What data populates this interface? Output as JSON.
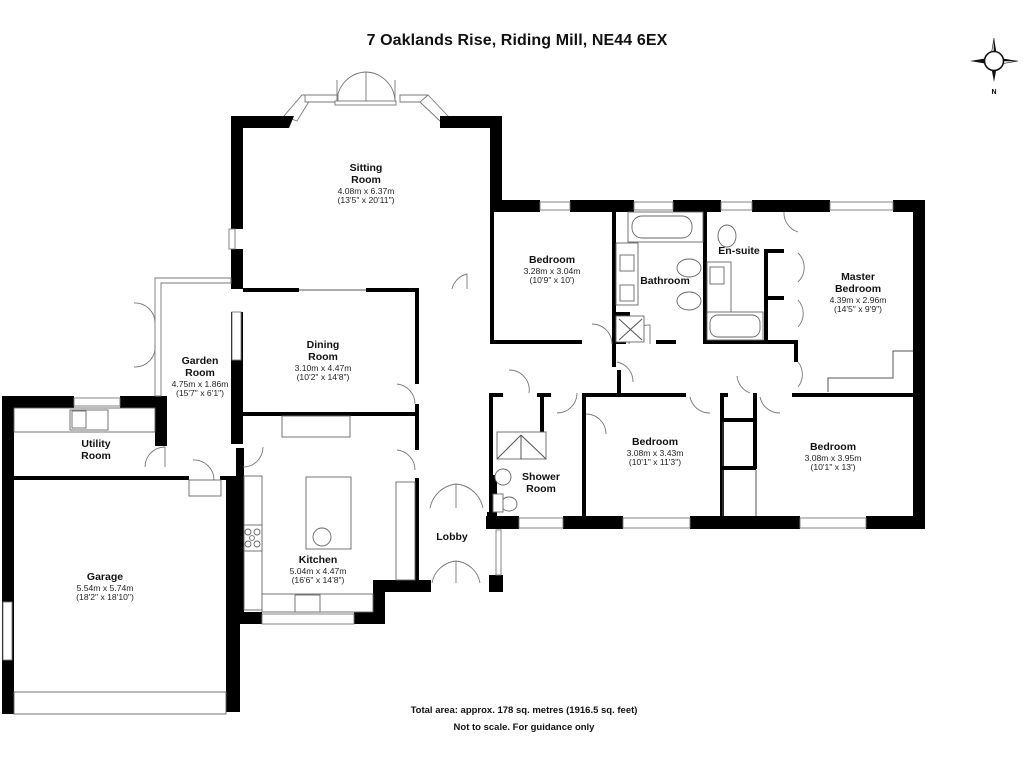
{
  "header": {
    "title": "7 Oaklands Rise, Riding Mill, NE44 6EX"
  },
  "compass": {
    "icon": "compass-rose-icon",
    "north_label": "N"
  },
  "rooms": [
    {
      "id": "sitting-room",
      "name_lines": [
        "Sitting",
        "Room"
      ],
      "metric": "4.08m x 6.37m",
      "imperial": "(13'5\" x 20'11\")"
    },
    {
      "id": "bedroom-2",
      "name_lines": [
        "Bedroom"
      ],
      "metric": "3.28m x 3.04m",
      "imperial": "(10'9\" x 10')"
    },
    {
      "id": "bathroom",
      "name_lines": [
        "Bathroom"
      ]
    },
    {
      "id": "en-suite",
      "name_lines": [
        "En-suite"
      ]
    },
    {
      "id": "master-bedroom",
      "name_lines": [
        "Master",
        "Bedroom"
      ],
      "metric": "4.39m x 2.96m",
      "imperial": "(14'5\" x 9'9\")"
    },
    {
      "id": "garden-room",
      "name_lines": [
        "Garden",
        "Room"
      ],
      "metric": "4.75m x 1.86m",
      "imperial": "(15'7\" x 6'1\")"
    },
    {
      "id": "dining-room",
      "name_lines": [
        "Dining",
        "Room"
      ],
      "metric": "3.10m x 4.47m",
      "imperial": "(10'2\" x 14'8\")"
    },
    {
      "id": "utility-room",
      "name_lines": [
        "Utility",
        "Room"
      ]
    },
    {
      "id": "shower-room",
      "name_lines": [
        "Shower",
        "Room"
      ]
    },
    {
      "id": "bedroom-3",
      "name_lines": [
        "Bedroom"
      ],
      "metric": "3.08m x 3.43m",
      "imperial": "(10'1\" x 11'3\")"
    },
    {
      "id": "bedroom-4",
      "name_lines": [
        "Bedroom"
      ],
      "metric": "3.08m x 3.95m",
      "imperial": "(10'1\" x 13')"
    },
    {
      "id": "kitchen",
      "name_lines": [
        "Kitchen"
      ],
      "metric": "5.04m x 4.47m",
      "imperial": "(16'6\" x 14'8\")"
    },
    {
      "id": "lobby",
      "name_lines": [
        "Lobby"
      ]
    },
    {
      "id": "garage",
      "name_lines": [
        "Garage"
      ],
      "metric": "5.54m x 5.74m",
      "imperial": "(18'2\" x 18'10\")"
    }
  ],
  "footer": {
    "total_area": "Total area: approx. 178 sq. metres (1916.5 sq. feet)",
    "disclaimer": "Not to scale. For guidance only"
  }
}
